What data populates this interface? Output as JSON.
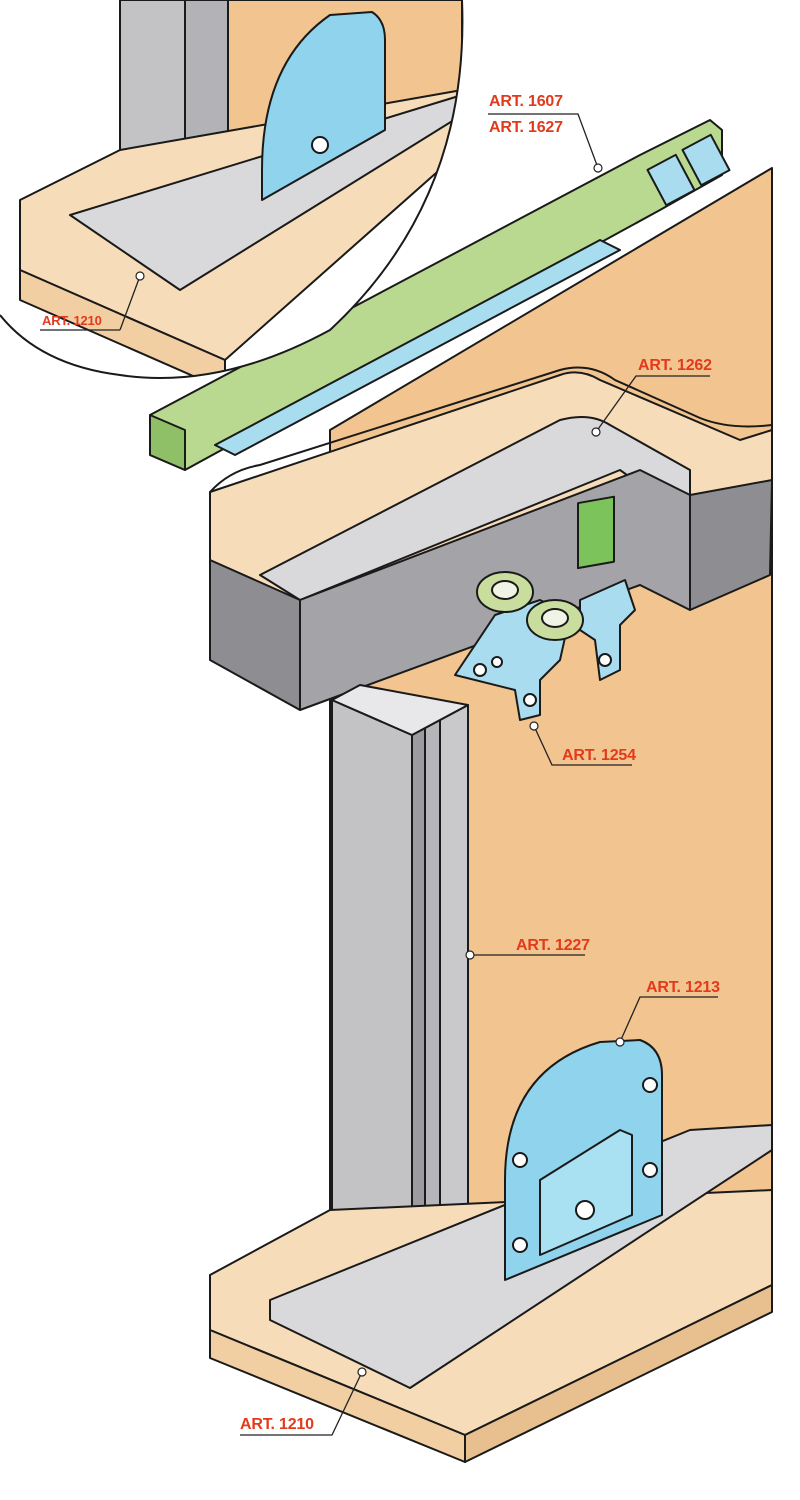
{
  "diagram": {
    "labels": {
      "art_1607": "ART. 1607",
      "art_1627": "ART. 1627",
      "art_1210_inset": "ART. 1210",
      "art_1262": "ART. 1262",
      "art_1254": "ART. 1254",
      "art_1227": "ART. 1227",
      "art_1213": "ART. 1213",
      "art_1210": "ART. 1210"
    },
    "colors": {
      "label_text": "#e23a1c",
      "wood_panel": "#f2c48f",
      "wood_board": "#f7dcb9",
      "aluminium": "#c3c3c6",
      "damper_green": "#b8d98f",
      "fitting_blue": "#8fd3ec",
      "wheel_green": "#c9de9e"
    }
  }
}
